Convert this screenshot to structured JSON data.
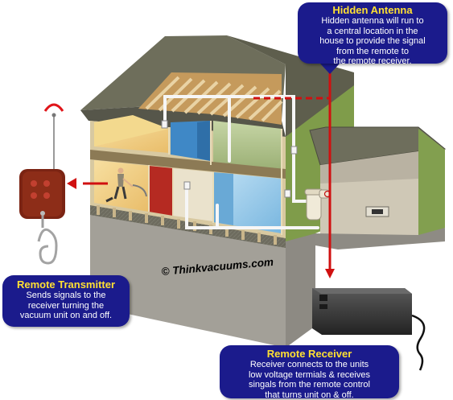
{
  "callouts": {
    "antenna": {
      "title": "Hidden Antenna",
      "lines": [
        "Hidden antenna will run to",
        "a central location in the",
        "house to provide the signal",
        "from the remote to",
        "the remote receiver."
      ]
    },
    "transmitter": {
      "title": "Remote Transmitter",
      "lines": [
        "Sends signals to the",
        "receiver turning the",
        "vacuum unit on and off."
      ]
    },
    "receiver": {
      "title": "Remote Receiver",
      "lines": [
        "Receiver connects to the units",
        "low voltage termials & receives",
        "singals from the remote control",
        "that turns unit on & off."
      ]
    }
  },
  "copyright": "© Thinkvacuums.com",
  "colors": {
    "callout_bg": "#1b1b8c",
    "callout_title": "#ffe033",
    "callout_text": "#ffffff",
    "antenna_wire": "#d01010",
    "roof": "#6f6f5c",
    "siding": "#7d9a48",
    "foundation": "#a09c95",
    "pipe": "#f4f4f4"
  }
}
